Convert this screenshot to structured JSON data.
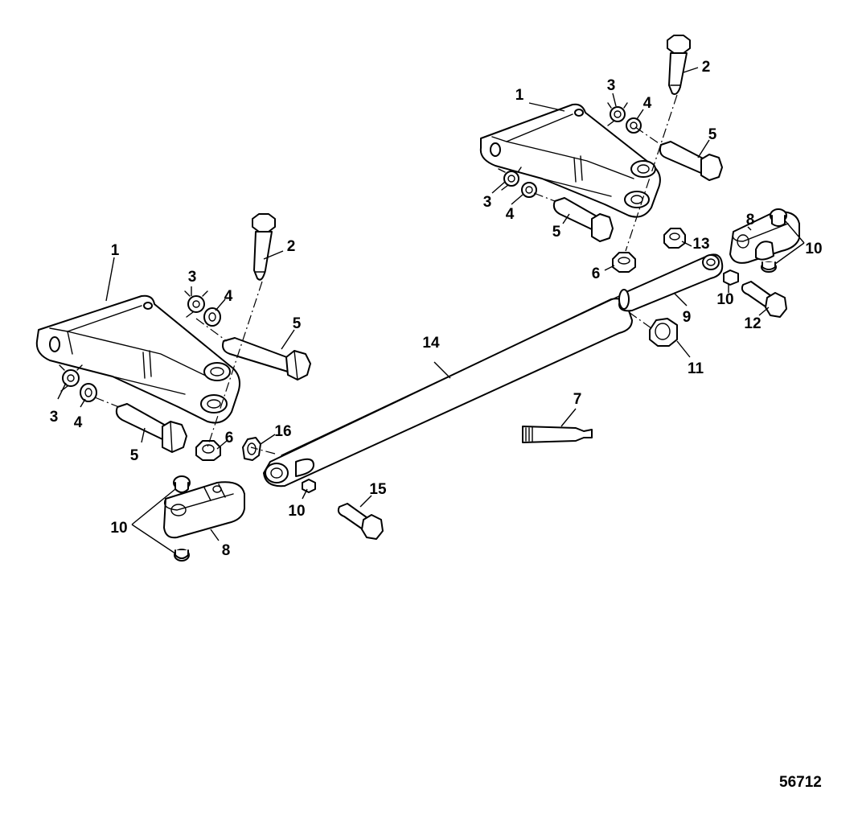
{
  "figure_id": "56712",
  "callouts": {
    "c01": "1",
    "c02": "2",
    "c03": "3",
    "c04": "4",
    "c05": "5",
    "c06": "3",
    "c07": "4",
    "c08": "5",
    "c09": "1",
    "c10": "2",
    "c11": "3",
    "c12": "4",
    "c13": "5",
    "c14": "3",
    "c15": "4",
    "c16": "5",
    "c17": "6",
    "c18": "16",
    "c19": "10",
    "c20": "8",
    "c21": "10",
    "c22": "15",
    "c23": "14",
    "c24": "7",
    "c25": "13",
    "c26": "6",
    "c27": "8",
    "c28": "10",
    "c29": "10",
    "c30": "9",
    "c31": "12",
    "c32": "11"
  }
}
